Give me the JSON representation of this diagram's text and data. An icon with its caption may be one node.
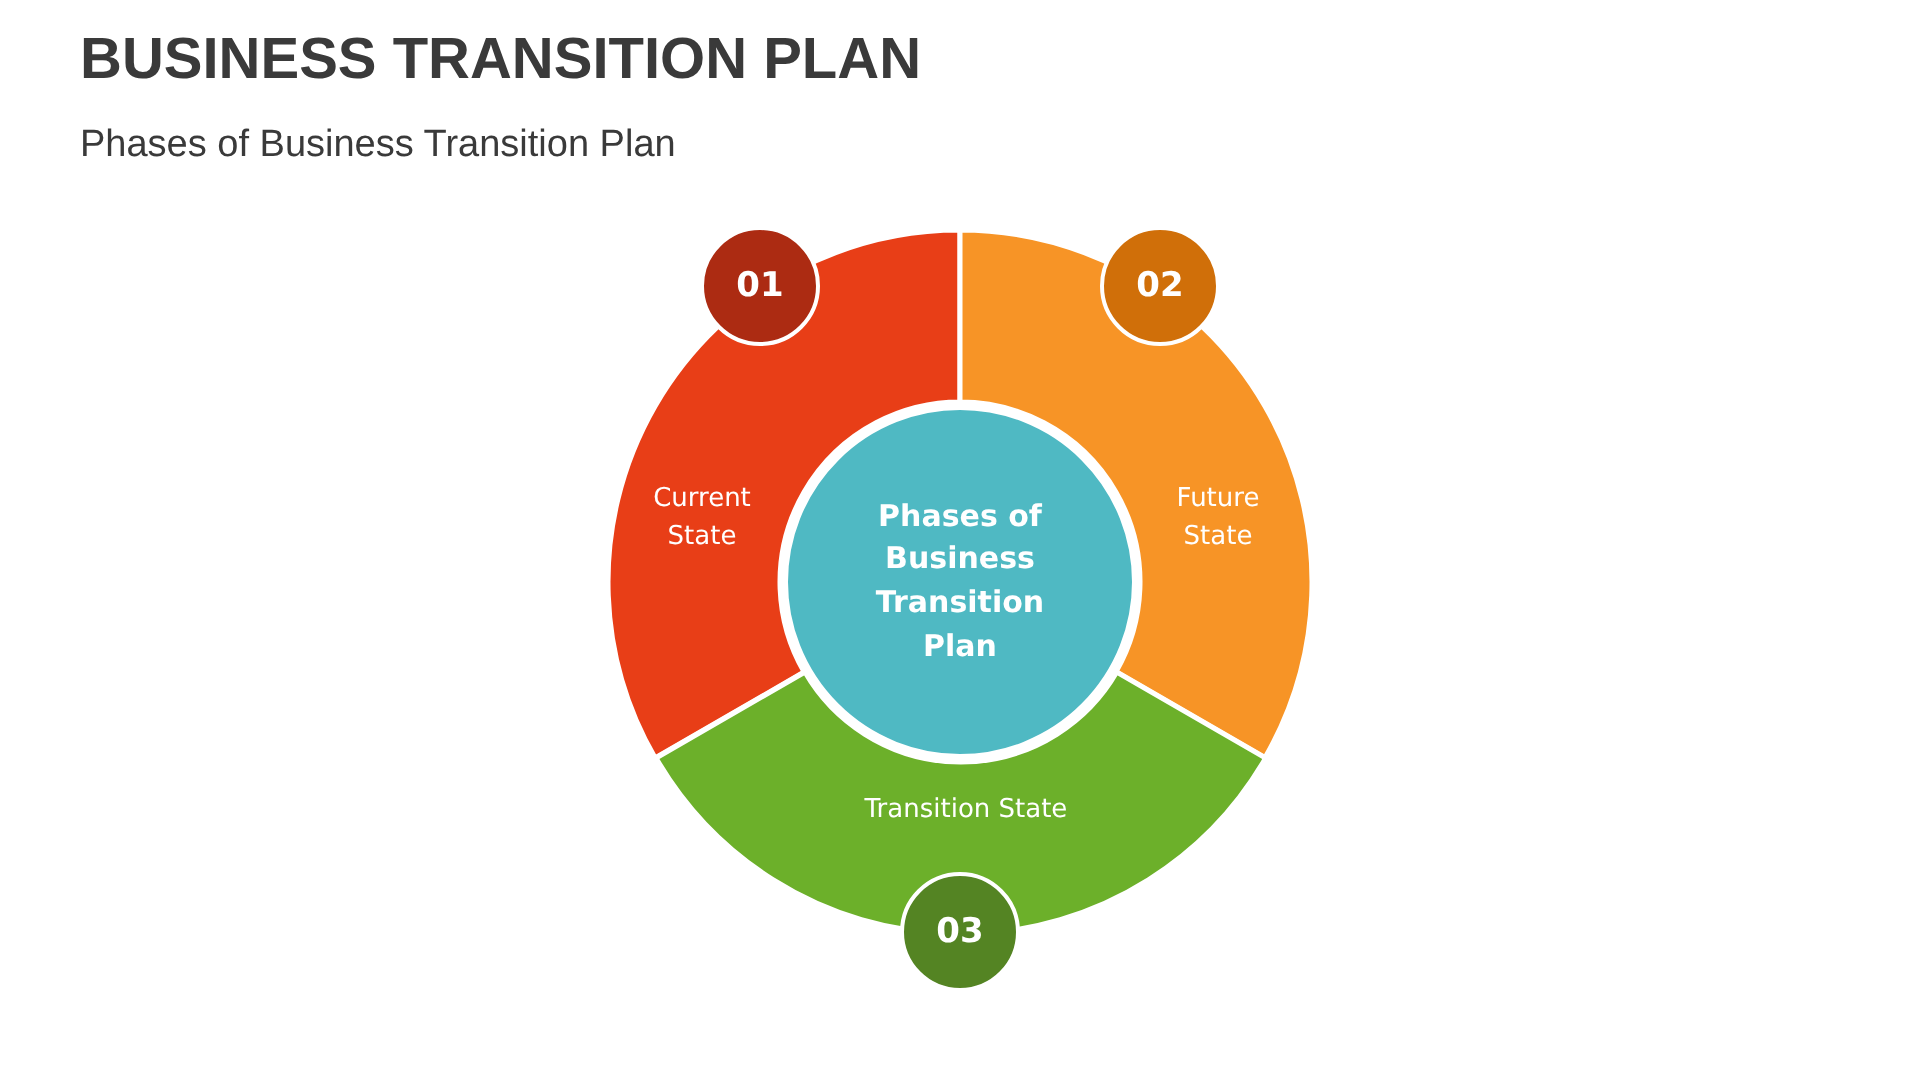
{
  "diagram": {
    "title": "BUSINESS TRANSITION PLAN",
    "nodes": [
      {
        "text": [
          "Current State"
        ]
      },
      {
        "text": [
          "01"
        ]
      },
      {
        "text": [
          "Future State"
        ]
      },
      {
        "text": [
          "02"
        ]
      },
      {
        "text": [
          "Phases of Business Transition Plan"
        ]
      },
      {
        "text": [
          "Transition State"
        ]
      },
      {
        "text": [
          "03"
        ]
      }
    ],
    "labels": [
      "Phases of Business Transition Plan"
    ]
  }
}
